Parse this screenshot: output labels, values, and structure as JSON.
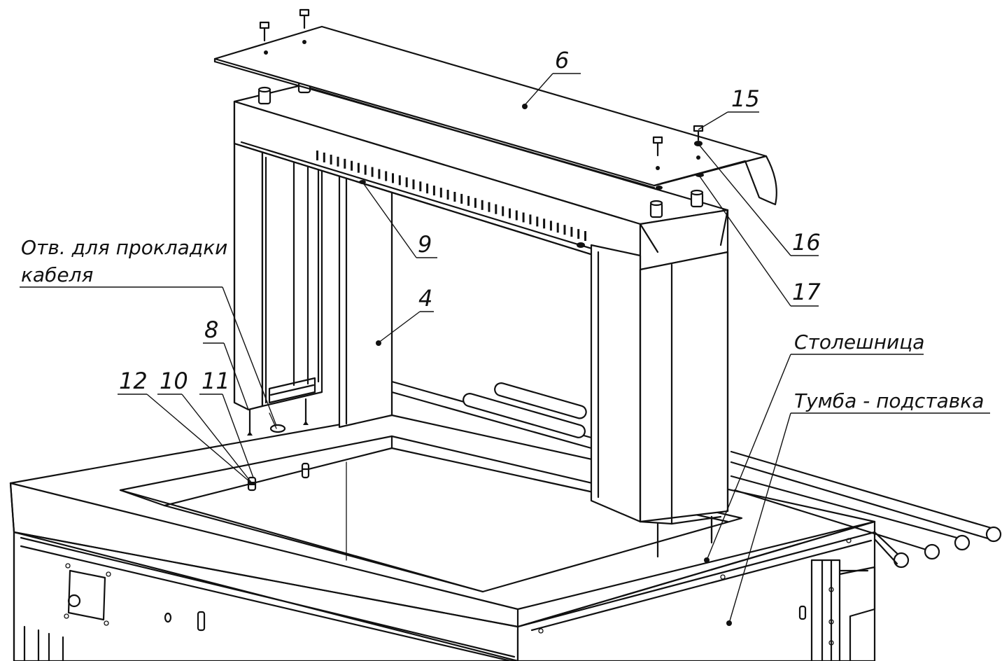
{
  "callouts": {
    "n6": "6",
    "n15": "15",
    "n16": "16",
    "n17": "17",
    "n9": "9",
    "n4": "4",
    "n8": "8",
    "n12": "12",
    "n10": "10",
    "n11": "11"
  },
  "annotations": {
    "cable_hole_line1": "Отв. для прокладки",
    "cable_hole_line2": "кабеля",
    "tabletop": "Столешница",
    "stand": "Тумба - подставка"
  }
}
